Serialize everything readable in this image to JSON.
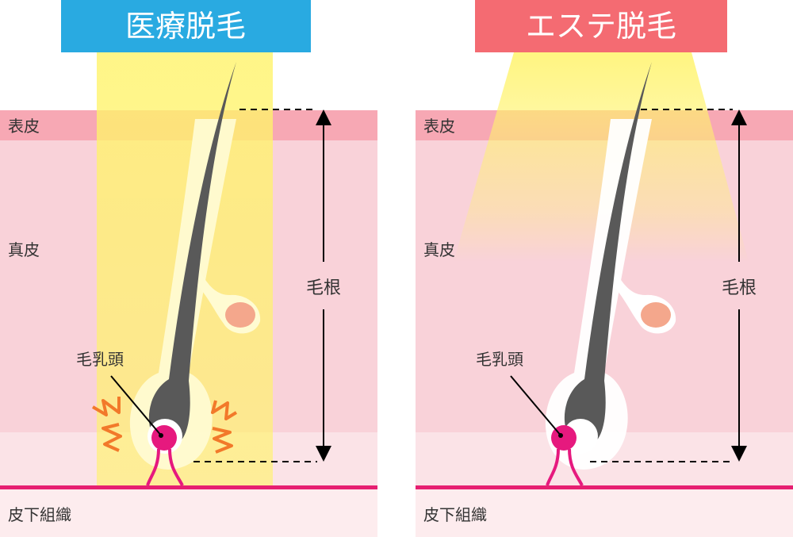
{
  "colors": {
    "medical_accent": "#29aae1",
    "esthetic_accent": "#f46b72",
    "epidermis": "#f7a8b4",
    "dermis": "#f9d2d9",
    "lower_dermis": "#fbe3e7",
    "subcutis": "#fdecee",
    "base_line": "#e61f71",
    "light_beam": "#fff36b",
    "hair": "#595959",
    "papilla": "#e6197e",
    "sebaceous_gland": "#f4a78c",
    "flash_mark": "#f2792a"
  },
  "panels": [
    {
      "title": "医療脱毛",
      "layers": {
        "epidermis": "表皮",
        "dermis": "真皮",
        "subcutis": "皮下組織"
      },
      "hair_root_label": "毛根",
      "papilla_label": "毛乳頭",
      "beam": "straight-deep",
      "papilla_reaction": true
    },
    {
      "title": "エステ脱毛",
      "layers": {
        "epidermis": "表皮",
        "dermis": "真皮",
        "subcutis": "皮下組織"
      },
      "hair_root_label": "毛根",
      "papilla_label": "毛乳頭",
      "beam": "spreading-shallow",
      "papilla_reaction": false
    }
  ]
}
